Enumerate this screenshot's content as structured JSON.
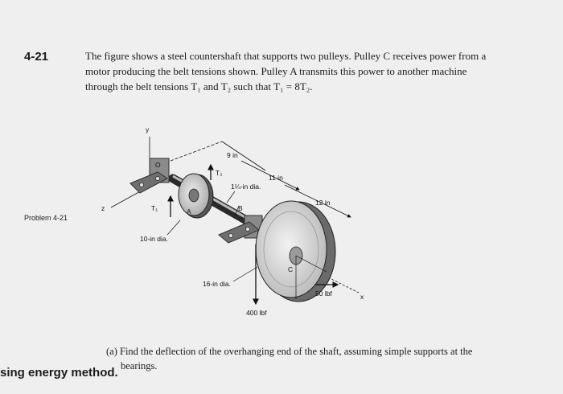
{
  "problem": {
    "number": "4-21",
    "statement_lines": [
      "The figure shows a steel countershaft that supports two pulleys. Pulley C receives power from a",
      "motor producing the belt tensions shown. Pulley A transmits this power to another machine",
      "through the belt tensions T₁ and T₂ such that T₁ = 8T₂."
    ]
  },
  "figure": {
    "caption": "Problem 4-21",
    "labels": {
      "y": "y",
      "z": "z",
      "x": "x",
      "origin": "O",
      "A": "A",
      "B": "B",
      "C": "C",
      "T1": "T₁",
      "T2": "T₂",
      "d9": "9 in",
      "d11": "11 in",
      "d12": "12 in",
      "shaft_dia": "1¼-in dia.",
      "pulleyA_dia": "10-in dia.",
      "pulleyC_dia": "16-in dia.",
      "f50": "50 lbf",
      "f400": "400 lbf"
    }
  },
  "question": {
    "part": "(a)",
    "lines": [
      "Find the deflection of the overhanging end of the shaft, assuming simple supports at the",
      "bearings."
    ]
  },
  "footer": {
    "text": "sing energy method."
  }
}
